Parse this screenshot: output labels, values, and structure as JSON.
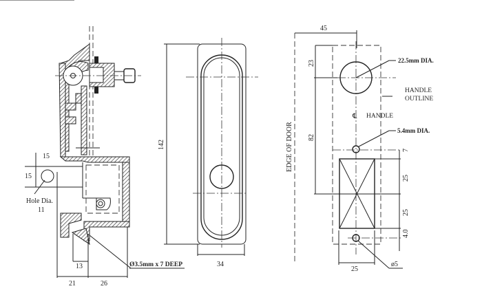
{
  "side_view": {
    "dim_hole_width": "15",
    "dim_hole_height": "15",
    "hole_label": "Hole Dia.",
    "hole_value": "11",
    "dim_13": "13",
    "dim_21": "21",
    "dim_26": "26",
    "drill_note": "Ø3.5mm x 7 DEEP"
  },
  "front_view": {
    "dim_height": "142",
    "dim_width": "34"
  },
  "cutout_view": {
    "dim_width_top": "45",
    "dim_23": "23",
    "dim_82": "82",
    "edge_label": "EDGE OF DOOR",
    "big_hole_label": "22.5mm DIA.",
    "outline_label_1": "HANDLE",
    "outline_label_2": "OUTLINE",
    "centerline_symbol": "℄",
    "centerline_label": "HANDLE",
    "small_hole_label": "5.4mm DIA.",
    "dim_7": "7",
    "dim_25a": "25",
    "dim_25b": "25",
    "dim_4": "4.0",
    "dim_bottom_width": "25",
    "bottom_hole_label": "ø5"
  }
}
